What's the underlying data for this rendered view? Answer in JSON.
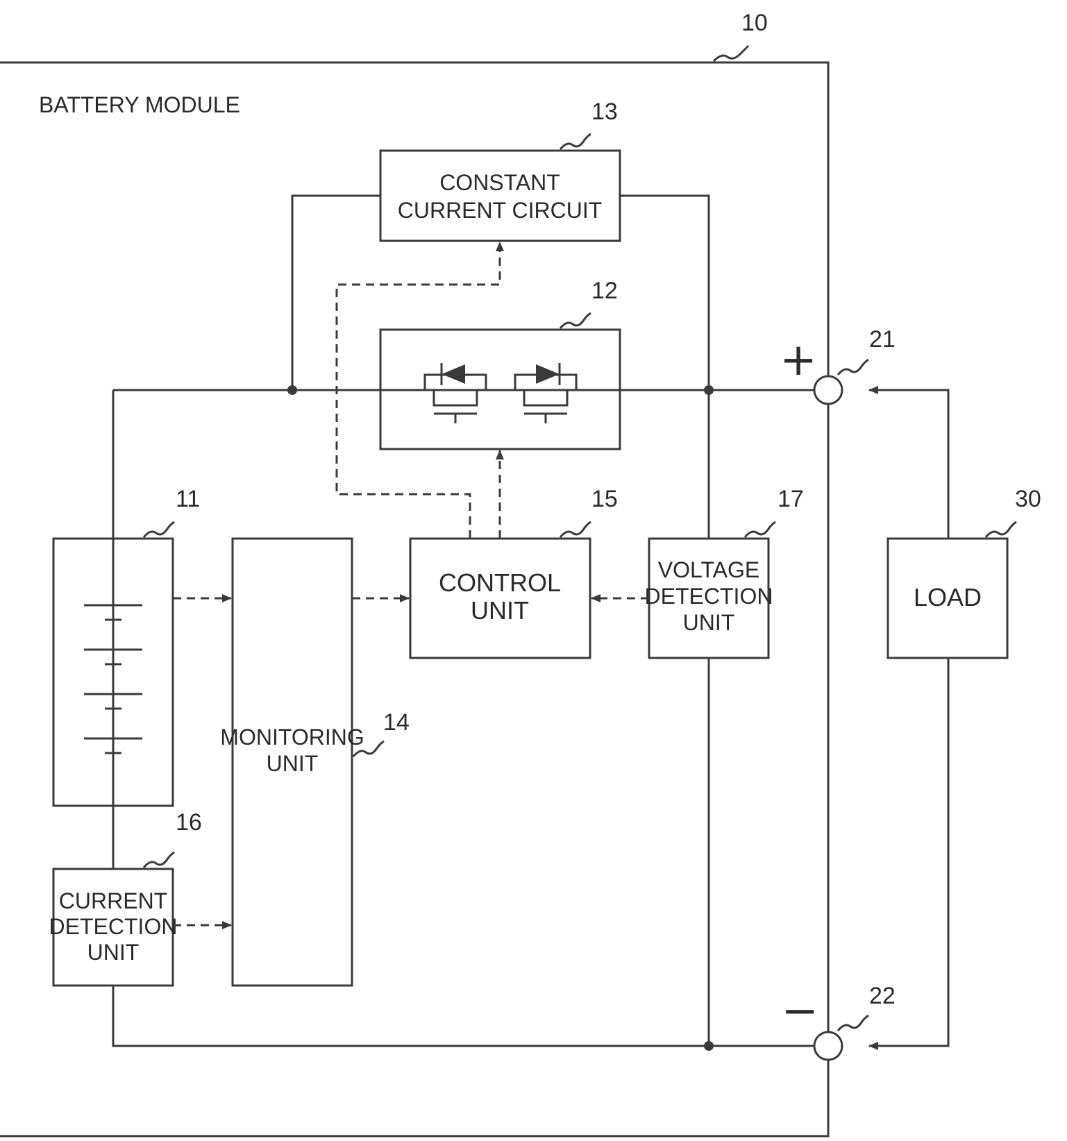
{
  "module": {
    "title": "BATTERY MODULE",
    "ref": "10"
  },
  "blocks": {
    "battery": {
      "ref": "11"
    },
    "switch": {
      "ref": "12"
    },
    "constant_current": {
      "line1": "CONSTANT",
      "line2": "CURRENT CIRCUIT",
      "ref": "13"
    },
    "monitoring": {
      "line1": "MONITORING",
      "line2": "UNIT",
      "ref": "14"
    },
    "control": {
      "line1": "CONTROL",
      "line2": "UNIT",
      "ref": "15"
    },
    "current_detection": {
      "line1": "CURRENT",
      "line2": "DETECTION",
      "line3": "UNIT",
      "ref": "16"
    },
    "voltage_detection": {
      "line1": "VOLTAGE",
      "line2": "DETECTION",
      "line3": "UNIT",
      "ref": "17"
    },
    "load": {
      "label": "LOAD",
      "ref": "30"
    }
  },
  "terminals": {
    "positive": {
      "sign": "+",
      "ref": "21"
    },
    "negative": {
      "sign": "−",
      "ref": "22"
    }
  },
  "colors": {
    "line": "#3a3a3a",
    "text": "#2a2a2a",
    "background": "#ffffff"
  }
}
